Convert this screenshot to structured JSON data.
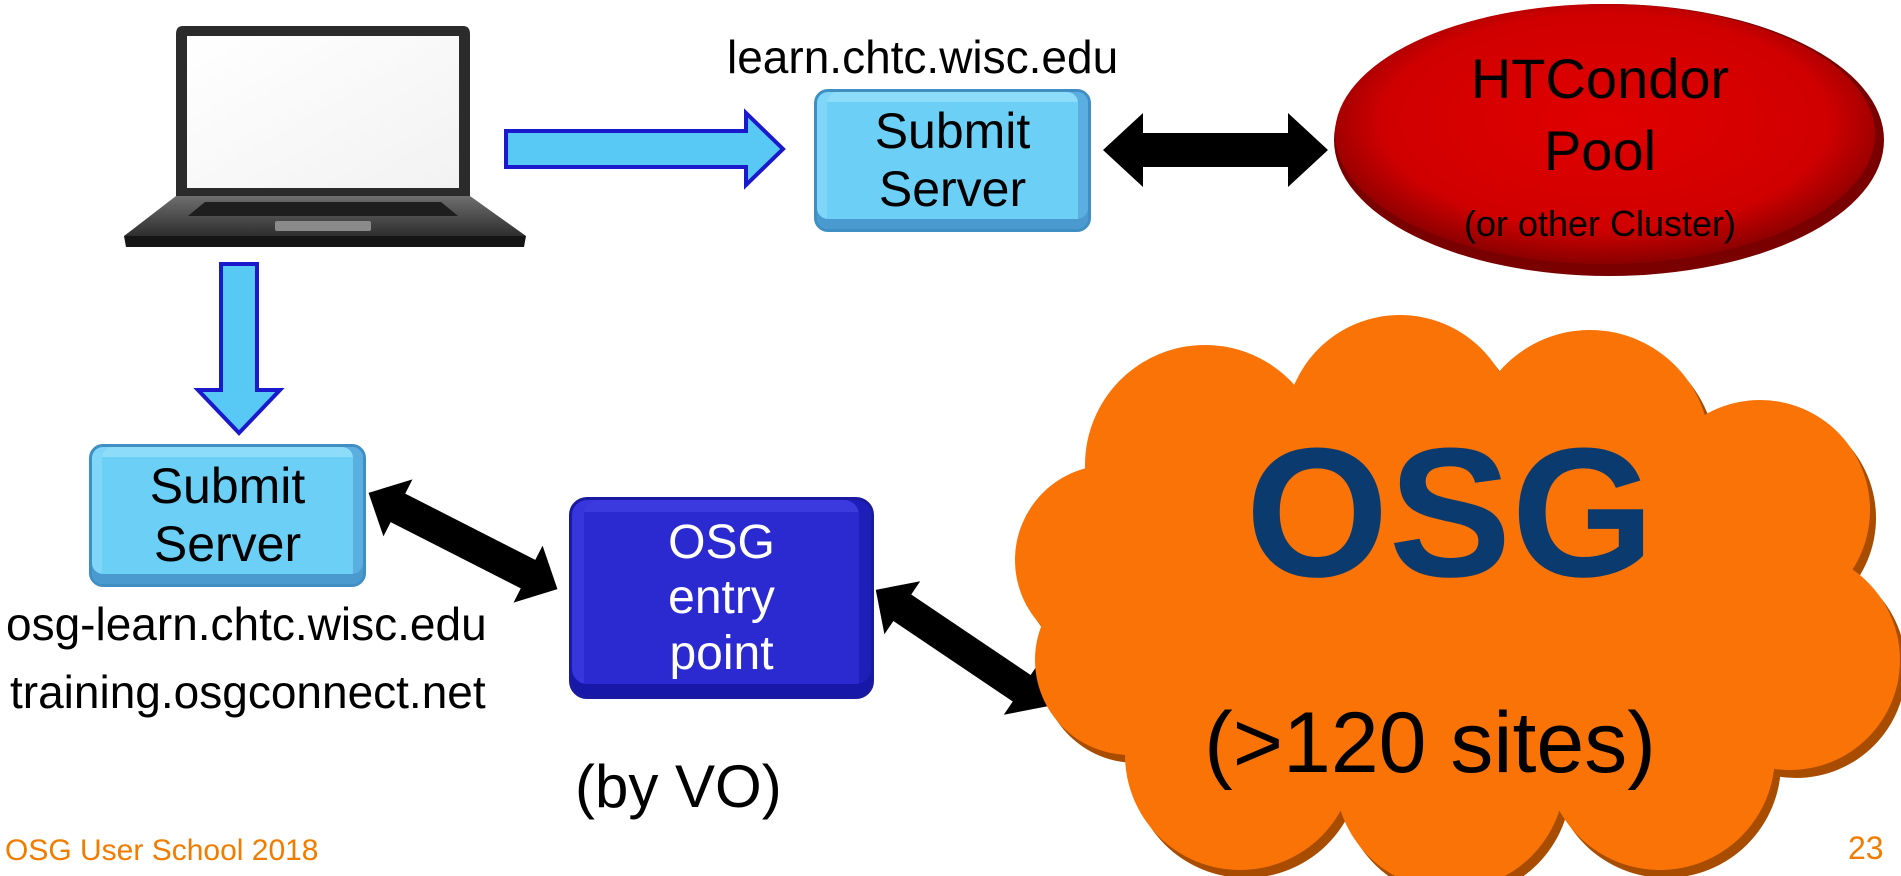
{
  "top_server": {
    "hostname": "learn.chtc.wisc.edu",
    "line1": "Submit",
    "line2": "Server"
  },
  "htcondor_pool": {
    "line1": "HTCondor",
    "line2": "Pool",
    "line3": "(or other Cluster)"
  },
  "bottom_server": {
    "line1": "Submit",
    "line2": "Server",
    "hostname1": "osg-learn.chtc.wisc.edu",
    "hostname2": "training.osgconnect.net"
  },
  "entry_point": {
    "line1": "OSG",
    "line2": "entry",
    "line3": "point",
    "caption": "(by VO)"
  },
  "osg_cloud": {
    "title": "OSG",
    "subtitle": "(>120 sites)"
  },
  "footer": {
    "school": "OSG User School 2018",
    "page": "23"
  },
  "colors": {
    "light_box": "#6ccff6",
    "entry_box": "#2a2ad0",
    "pool_red": "#d40000",
    "cloud_orange": "#f97306",
    "osg_text": "#0b3a6e",
    "footer_orange": "#f07c00"
  },
  "icons": [
    "laptop-icon",
    "flow-arrow-right",
    "flow-arrow-down",
    "double-arrow"
  ]
}
